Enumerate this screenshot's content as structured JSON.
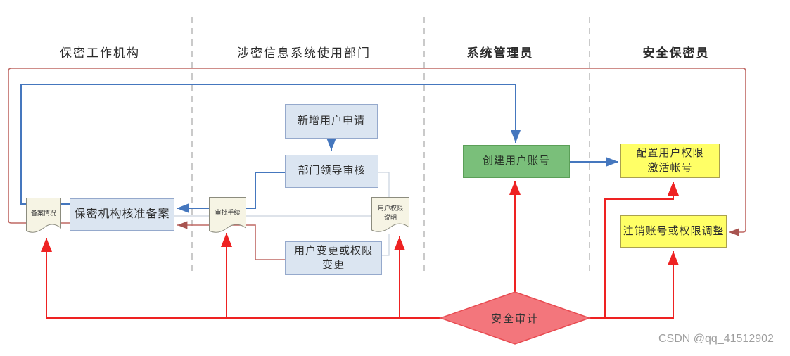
{
  "lanes": [
    {
      "label": "保密工作机构"
    },
    {
      "label": "涉密信息系统使用部门"
    },
    {
      "label": "系统管理员"
    },
    {
      "label": "安全保密员"
    }
  ],
  "nodes": {
    "new_user_request": {
      "label": "新增用户申请"
    },
    "dept_leader_review": {
      "label": "部门领导审核"
    },
    "user_change": {
      "label": "用户变更或权限\n变更"
    },
    "approval_filing": {
      "label": "保密机构核准备案"
    },
    "create_account": {
      "label": "创建用户账号"
    },
    "configure_permissions": {
      "label": "配置用户权限\n激活帐号"
    },
    "deactivate_account": {
      "label": "注销账号或权限调整"
    },
    "security_audit": {
      "label": "安全审计"
    }
  },
  "documents": {
    "filing_status": {
      "label": "备案情况"
    },
    "approval_procedure": {
      "label": "审批手续"
    },
    "permission_note": {
      "label": "用户权限\n说明"
    }
  },
  "watermark": "CSDN @qq_41512902",
  "colors": {
    "flow_blue": "#4577be",
    "flow_red": "#ee2222",
    "flow_salmon": "#bf6864",
    "link_gray": "#c9d2de",
    "lavender_fill": "#dbe5f1",
    "green_fill": "#7abf7a",
    "yellow_fill": "#ffff66",
    "diamond_fill": "#f3767c",
    "divider_gray": "#b8b8b8"
  }
}
